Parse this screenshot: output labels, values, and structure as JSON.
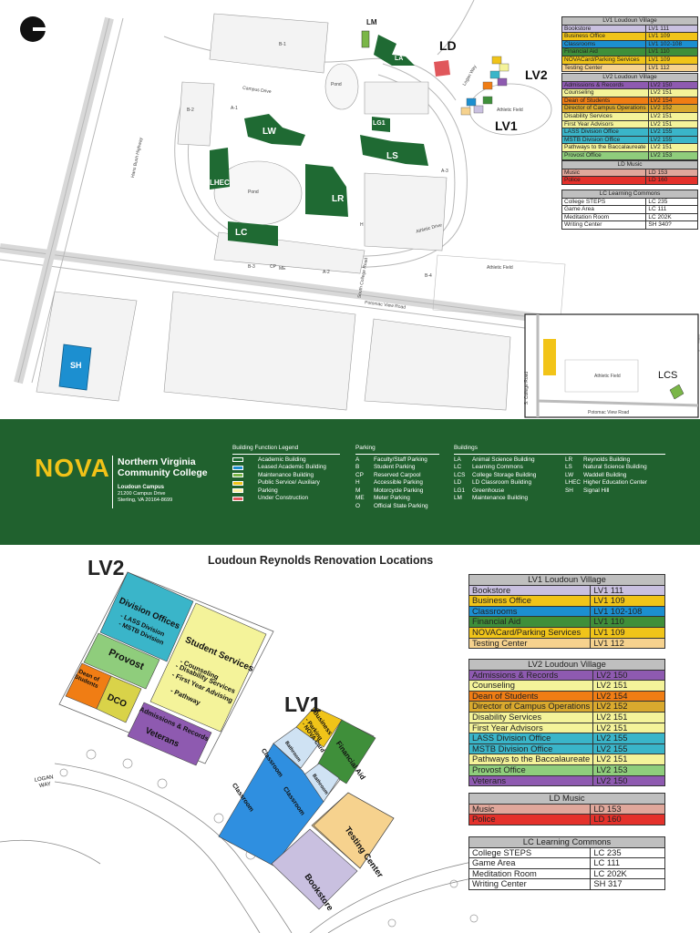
{
  "top_map": {
    "callouts": [
      "LD",
      "LV2",
      "LV1",
      "LCS"
    ],
    "buildings": [
      "LM",
      "LA",
      "LG1",
      "LW",
      "LS",
      "LHEC",
      "LR",
      "LC",
      "SH"
    ],
    "parking_lots": [
      "B-1",
      "B-2",
      "B-3",
      "B-4",
      "A-1",
      "A-2",
      "A-3",
      "CP",
      "ME",
      "H"
    ],
    "areas": [
      "Pond",
      "Pond",
      "Athletic Field",
      "Athletic Field",
      "Athletic Field"
    ],
    "roads": [
      "Campus Drive",
      "Hans Bush Highway",
      "Potomac View Road",
      "Logan Way",
      "Athletic Drive",
      "South College Road"
    ],
    "inset": {
      "labels": [
        "Athletic Field",
        "Potomac View Road",
        "S. College Road",
        "LCS"
      ]
    },
    "colors": {
      "academic": "#1f6a33",
      "leased": "#1c8fd0",
      "maintenance": "#7ab648",
      "public": "#f0c419",
      "parking": "#fdf2a6",
      "construction": "#e0575b"
    }
  },
  "small_tables": {
    "lv1": {
      "title": "LV1 Loudoun Village",
      "rows": [
        {
          "name": "Bookstore",
          "room": "LV1 111",
          "color": "#c9c0e0"
        },
        {
          "name": "Business Office",
          "room": "LV1 109",
          "color": "#f0c419"
        },
        {
          "name": "Classrooms",
          "room": "LV1 102-108",
          "color": "#1c8fd0"
        },
        {
          "name": "Financial Aid",
          "room": "LV1 110",
          "color": "#3f8f3a"
        },
        {
          "name": "NOVACard/Parking Services",
          "room": "LV1 109",
          "color": "#f0c419"
        },
        {
          "name": "Testing Center",
          "room": "LV1 112",
          "color": "#f6d28e"
        }
      ]
    },
    "lv2": {
      "title": "LV2 Loudoun Village",
      "rows": [
        {
          "name": "Admissions & Records",
          "room": "LV2 150",
          "color": "#8e5ab0"
        },
        {
          "name": "Counseling",
          "room": "LV2 151",
          "color": "#f4f39a"
        },
        {
          "name": "Dean of Students",
          "room": "LV2 154",
          "color": "#f07d14"
        },
        {
          "name": "Director of Campus Operations",
          "room": "LV2 152",
          "color": "#d9a92e"
        },
        {
          "name": "Disability Services",
          "room": "LV2 151",
          "color": "#f4f39a"
        },
        {
          "name": "First Year Advisors",
          "room": "LV2 151",
          "color": "#f4f39a"
        },
        {
          "name": "LASS Division Office",
          "room": "LV2 155",
          "color": "#3ab5c9"
        },
        {
          "name": "MSTB Division Office",
          "room": "LV2 155",
          "color": "#3ab5c9"
        },
        {
          "name": "Pathways to the Baccalaureate",
          "room": "LV2 151",
          "color": "#f4f39a"
        },
        {
          "name": "Provost Office",
          "room": "LV2 153",
          "color": "#8fcd7c"
        },
        {
          "name": "Veterans",
          "room": "LV2 150",
          "color": "#8e5ab0"
        }
      ]
    },
    "ld": {
      "title": "LD Music",
      "rows": [
        {
          "name": "Music",
          "room": "LD 153",
          "color": "#e0a79b"
        },
        {
          "name": "Police",
          "room": "LD 160",
          "color": "#e4312b"
        }
      ]
    },
    "lc": {
      "title": "LC Learning Commons",
      "rows": [
        {
          "name": "College STEPS",
          "room": "LC 235",
          "color": "#ffffff"
        },
        {
          "name": "Game Area",
          "room": "LC 111",
          "color": "#ffffff"
        },
        {
          "name": "Meditation Room",
          "room": "LC 202K",
          "color": "#ffffff"
        },
        {
          "name": "Writing Center",
          "room": "SH 340?",
          "color": "#ffffff"
        }
      ]
    }
  },
  "legend": {
    "logo": "NOVA",
    "college_name": "Northern Virginia Community College",
    "campus_name": "Loudoun Campus",
    "address_1": "21200 Campus Drive",
    "address_2": "Sterling, VA 20164-8699",
    "function_title": "Building Function Legend",
    "functions": [
      {
        "label": "Academic Building",
        "color": "#1f6a33"
      },
      {
        "label": "Leased Academic Building",
        "color": "#1c8fd0"
      },
      {
        "label": "Maintenance Building",
        "color": "#7ab648"
      },
      {
        "label": "Public Service/ Auxiliary",
        "color": "#f0c419"
      },
      {
        "label": "Parking",
        "color": "#fdf2a6"
      },
      {
        "label": "Under Construction",
        "color": "#e0575b"
      }
    ],
    "parking_title": "Parking",
    "parking": [
      {
        "code": "A",
        "label": "Faculty/Staff Parking"
      },
      {
        "code": "B",
        "label": "Student Parking"
      },
      {
        "code": "CP",
        "label": "Reserved Carpool"
      },
      {
        "code": "H",
        "label": "Accessible Parking"
      },
      {
        "code": "M",
        "label": "Motorcycle Parking"
      },
      {
        "code": "ME",
        "label": "Meter Parking"
      },
      {
        "code": "O",
        "label": "Official State Parking"
      }
    ],
    "buildings_title": "Buildings",
    "buildings_1": [
      {
        "code": "LA",
        "label": "Animal Science Building"
      },
      {
        "code": "LC",
        "label": "Learning Commons"
      },
      {
        "code": "LCS",
        "label": "College Storage Building"
      },
      {
        "code": "LD",
        "label": "LD Classroom Building"
      },
      {
        "code": "LG1",
        "label": "Greenhouse"
      },
      {
        "code": "LM",
        "label": "Maintenance Building"
      }
    ],
    "buildings_2": [
      {
        "code": "LR",
        "label": "Reynolds Building"
      },
      {
        "code": "LS",
        "label": "Natural Science Building"
      },
      {
        "code": "LW",
        "label": "Waddell Building"
      },
      {
        "code": "LHEC",
        "label": "Higher Education Center"
      },
      {
        "code": "SH",
        "label": "Signal Hill"
      }
    ]
  },
  "renovation": {
    "title": "Loudoun Reynolds Renovation Locations",
    "lv2_label": "LV2",
    "lv1_label": "LV1",
    "rooms": {
      "division_offices": "Division Offices",
      "lass": "- LASS Division",
      "mstb": "- MSTB Division",
      "provost": "Provost",
      "dean": "Dean of Students",
      "dco": "DCO",
      "student_services": "Student Services",
      "ss_1": "- Counseling",
      "ss_2": "- Disability Services",
      "ss_3": "- First Year Advising",
      "ss_4": "- Pathway",
      "admissions": "Admissions & Records",
      "veterans": "Veterans",
      "business": "Business",
      "parking": "- Parking",
      "novacard": "- NOVA Card",
      "financial_aid": "Financial Aid",
      "bathroom_1": "Bathroom",
      "bathroom_2": "Bathroom",
      "classroom_1": "Classroom",
      "classroom_2": "Classroom",
      "classroom_3": "Classroom",
      "testing_center": "Testing Center",
      "bookstore": "Bookstore",
      "logan_way": "LOGAN WAY"
    }
  },
  "big_tables": {
    "lv1": {
      "title": "LV1 Loudoun Village",
      "rows": [
        {
          "name": "Bookstore",
          "room": "LV1 111",
          "color": "#c9c0e0"
        },
        {
          "name": "Business Office",
          "room": "LV1 109",
          "color": "#f0c419"
        },
        {
          "name": "Classrooms",
          "room": "LV1 102-108",
          "color": "#1c8fd0"
        },
        {
          "name": "Financial Aid",
          "room": "LV1 110",
          "color": "#3f8f3a"
        },
        {
          "name": "NOVACard/Parking Services",
          "room": "LV1 109",
          "color": "#f0c419"
        },
        {
          "name": "Testing Center",
          "room": "LV1 112",
          "color": "#f6d28e"
        }
      ]
    },
    "lv2": {
      "title": "LV2 Loudoun Village",
      "rows": [
        {
          "name": "Admissions & Records",
          "room": "LV2 150",
          "color": "#8e5ab0"
        },
        {
          "name": "Counseling",
          "room": "LV2 151",
          "color": "#f4f39a"
        },
        {
          "name": "Dean of Students",
          "room": "LV2 154",
          "color": "#f07d14"
        },
        {
          "name": "Director of Campus Operations",
          "room": "LV2 152",
          "color": "#d9a92e"
        },
        {
          "name": "Disability Services",
          "room": "LV2 151",
          "color": "#f4f39a"
        },
        {
          "name": "First Year Advisors",
          "room": "LV2 151",
          "color": "#f4f39a"
        },
        {
          "name": "LASS Division Office",
          "room": "LV2 155",
          "color": "#3ab5c9"
        },
        {
          "name": "MSTB Division Office",
          "room": "LV2 155",
          "color": "#3ab5c9"
        },
        {
          "name": "Pathways to the Baccalaureate",
          "room": "LV2 151",
          "color": "#f4f39a"
        },
        {
          "name": "Provost Office",
          "room": "LV2 153",
          "color": "#8fcd7c"
        },
        {
          "name": "Veterans",
          "room": "LV2 150",
          "color": "#8e5ab0"
        }
      ]
    },
    "ld": {
      "title": "LD Music",
      "rows": [
        {
          "name": "Music",
          "room": "LD 153",
          "color": "#e0a79b"
        },
        {
          "name": "Police",
          "room": "LD 160",
          "color": "#e4312b"
        }
      ]
    },
    "lc": {
      "title": "LC Learning Commons",
      "rows": [
        {
          "name": "College STEPS",
          "room": "LC 235",
          "color": "#ffffff"
        },
        {
          "name": "Game Area",
          "room": "LC 111",
          "color": "#ffffff"
        },
        {
          "name": "Meditation Room",
          "room": "LC 202K",
          "color": "#ffffff"
        },
        {
          "name": "Writing Center",
          "room": "SH 317",
          "color": "#ffffff"
        }
      ]
    }
  }
}
